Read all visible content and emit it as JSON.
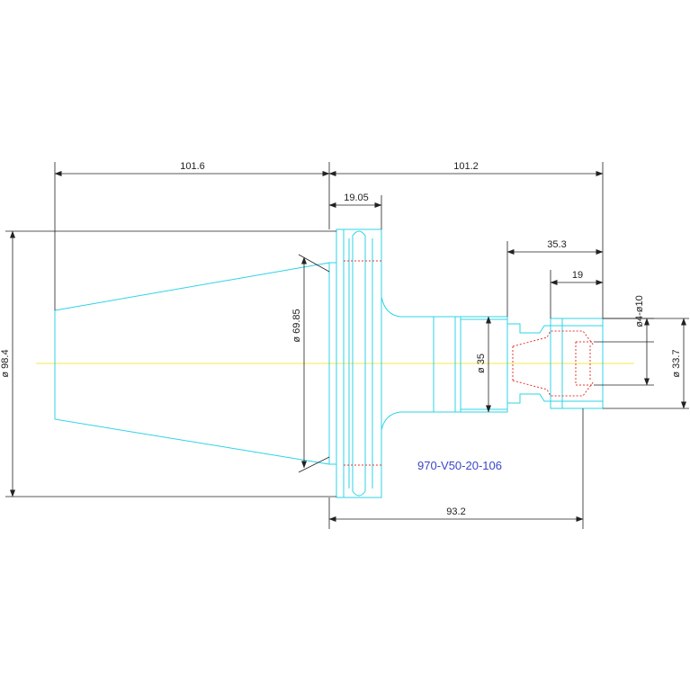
{
  "drawing": {
    "part_number": "970-V50-20-106",
    "dimensions": {
      "total_left_length": "101.6",
      "total_right_length": "101.2",
      "flange_width": "19.05",
      "collet_length": "35.3",
      "nut_length": "19",
      "taper_diameter": "ø 69.85",
      "flange_diameter": "ø 98.4",
      "shank_diameter": "ø 35",
      "clamp_range": "ø4-ø10",
      "nut_diameter": "ø 33.7",
      "bottom_length": "93.2"
    },
    "colors": {
      "outline": "#2fd3e6",
      "dimension": "#222222",
      "centerline": "#f0e84a",
      "hidden": "#e53935",
      "label": "#3b46c8"
    }
  }
}
